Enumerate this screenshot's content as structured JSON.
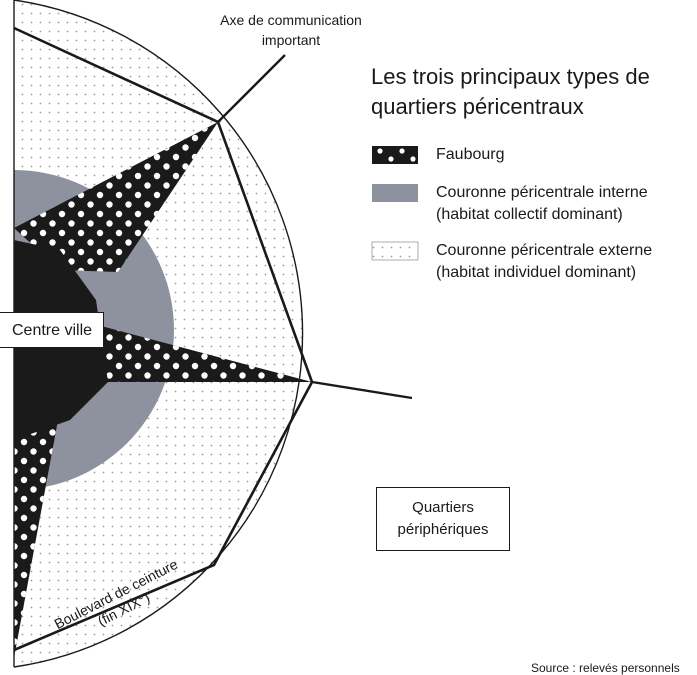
{
  "title_line1": "Les trois principaux types de",
  "title_line2": "quartiers péricentraux",
  "legend": [
    {
      "label_line1": "Faubourg",
      "label_line2": "",
      "icon": "dotted-black-swatch"
    },
    {
      "label_line1": "Couronne péricentrale interne",
      "label_line2": "(habitat collectif dominant)",
      "icon": "grey-swatch"
    },
    {
      "label_line1": "Couronne péricentrale externe",
      "label_line2": "(habitat individuel dominant)",
      "icon": "light-dotted-swatch"
    }
  ],
  "labels": {
    "axis_line1": "Axe de communication",
    "axis_line2": "important",
    "centre_ville": "Centre ville",
    "quartiers_line1": "Quartiers",
    "quartiers_line2": "périphériques",
    "boulevard_line1": "Boulevard de ceinture",
    "boulevard_line2": "(fin XIX°)",
    "source": "Source : relevés personnels"
  },
  "colors": {
    "faubourg": "#1a1a1a",
    "couronne_interne": "#8e929e",
    "couronne_externe_dots": "#9a9a9a",
    "outline": "#1a1a1a"
  }
}
